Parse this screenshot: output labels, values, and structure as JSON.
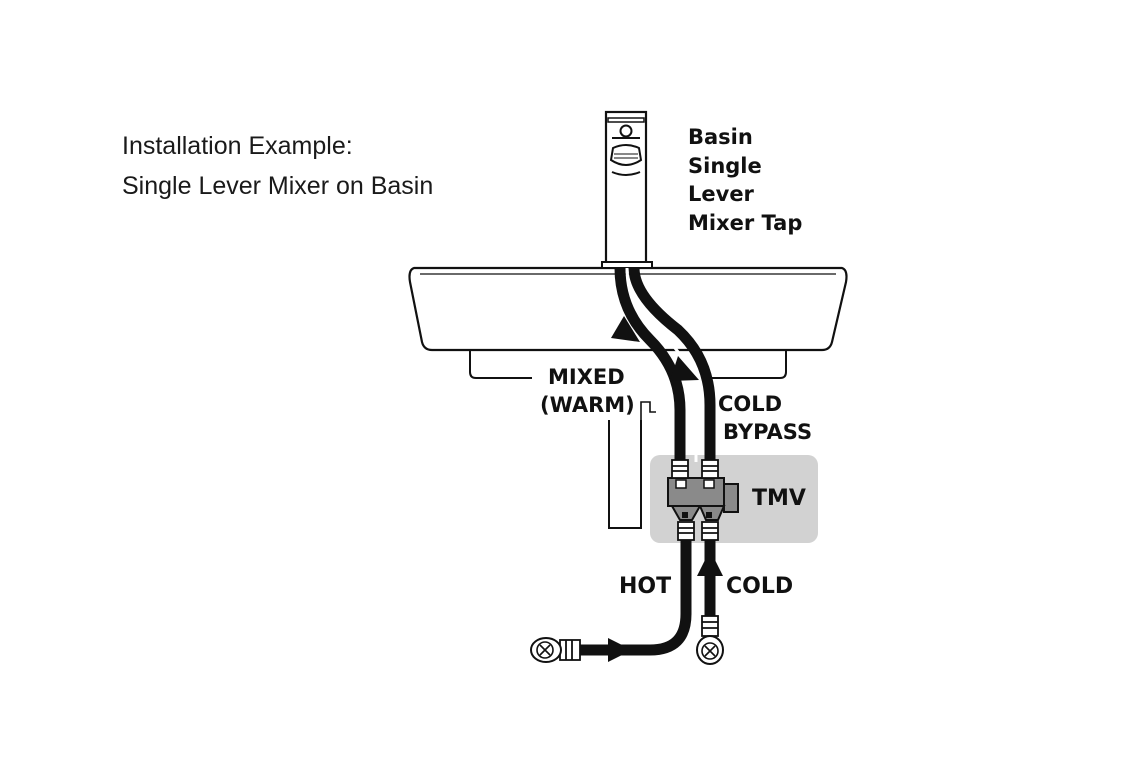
{
  "title": {
    "line1": "Installation Example:",
    "line2": "Single Lever Mixer on Basin"
  },
  "labels": {
    "tap": [
      "Basin",
      "Single",
      "Lever",
      "Mixer Tap"
    ],
    "mixed": [
      "MIXED",
      "(WARM)"
    ],
    "cold_bypass": [
      "COLD",
      "BYPASS"
    ],
    "tmv": "TMV",
    "hot": "HOT",
    "cold": "COLD"
  },
  "colors": {
    "line": "#111111",
    "tmv_box": "#d2d2d2",
    "tmv_body": "#8a8a8a",
    "background": "#ffffff"
  }
}
